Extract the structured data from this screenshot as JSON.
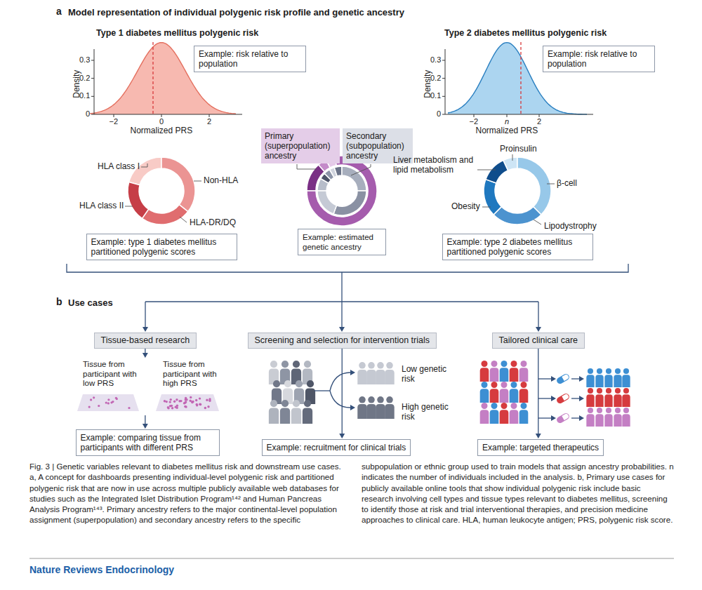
{
  "diagram": {
    "caption": "Fig. 3 | Genetic variables relevant to diabetes mellitus risk and downstream use cases. a, A concept for dashboards presenting individual-level polygenic risk and partitioned polygenic risk that are now in use across multiple publicly available web databases for studies such as the Integrated Islet Distribution Program¹⁴² and Human Pancreas Analysis Program¹⁴³. Primary ancestry refers to the major continental-level population assignment (superpopulation) and secondary ancestry refers to the specific subpopulation or ethnic group used to train models that assign ancestry probabilities. n indicates the number of individuals included in the analysis. b, Primary use cases for publicly available online tools that show individual polygenic risk include basic research involving cell types and tissue types relevant to diabetes mellitus, screening to identify those at risk and trial interventional therapies, and precision medicine approaches to clinical care. HLA, human leukocyte antigen; PRS, polygenic risk score.",
    "nodes": [
      {
        "text": [
          "Example: risk relative to population"
        ]
      },
      {
        "text": [
          "Example: type 1 diabetes mellitus partitioned polygenic scores"
        ]
      },
      {
        "text": [
          "Primary (superpopulation) ancestry"
        ]
      },
      {
        "text": [
          "Secondary (subpopulation) ancestry"
        ]
      },
      {
        "text": [
          "Example: estimated genetic ancestry"
        ]
      },
      {
        "text": [
          "Example: risk relative to population"
        ]
      },
      {
        "text": [
          "Example: type 2 diabetes mellitus partitioned polygenic scores"
        ]
      },
      {
        "text": [
          "Tissue-based research"
        ]
      },
      {
        "text": [
          "Screening and selection for intervention trials"
        ]
      },
      {
        "text": [
          "Tailored clinical care"
        ]
      },
      {
        "text": [
          "Example: comparing tissue from participants with different PRS"
        ]
      },
      {
        "text": [
          "Example: recruitment for clinical trials"
        ]
      },
      {
        "text": [
          "Example: targeted therapeutics"
        ]
      }
    ],
    "edges": [
      {
        "from": 7,
        "to": 10,
        "arrow": "to"
      },
      {
        "from": 8,
        "to": 11,
        "arrow": "to"
      },
      {
        "from": 9,
        "to": 12,
        "arrow": "to"
      }
    ],
    "labels": [
      "a",
      "Model representation of individual polygenic risk profile and genetic ancestry",
      "Type 1 diabetes mellitus polygenic risk",
      "0.3",
      "0.2",
      "0.1",
      "0",
      "Density",
      "−2",
      "0",
      "2",
      "Normalized PRS",
      "Type 2 diabetes mellitus polygenic risk",
      "0.3",
      "0.2",
      "0.1",
      "0",
      "Density",
      "−2",
      "n",
      "2",
      "Normalized PRS",
      "HLA class I",
      "Non-HLA",
      "HLA class II",
      "HLA-DR/DQ",
      "Liver metabolism and lipid metabolism",
      "Proinsulin",
      "β-cell",
      "Obesity",
      "Lipodystrophy",
      "b",
      "Use cases",
      "Tissue from participant with low PRS",
      "Tissue from participant with high PRS",
      "Low genetic risk",
      "High genetic risk",
      "Nature Reviews Endocrinology"
    ]
  }
}
